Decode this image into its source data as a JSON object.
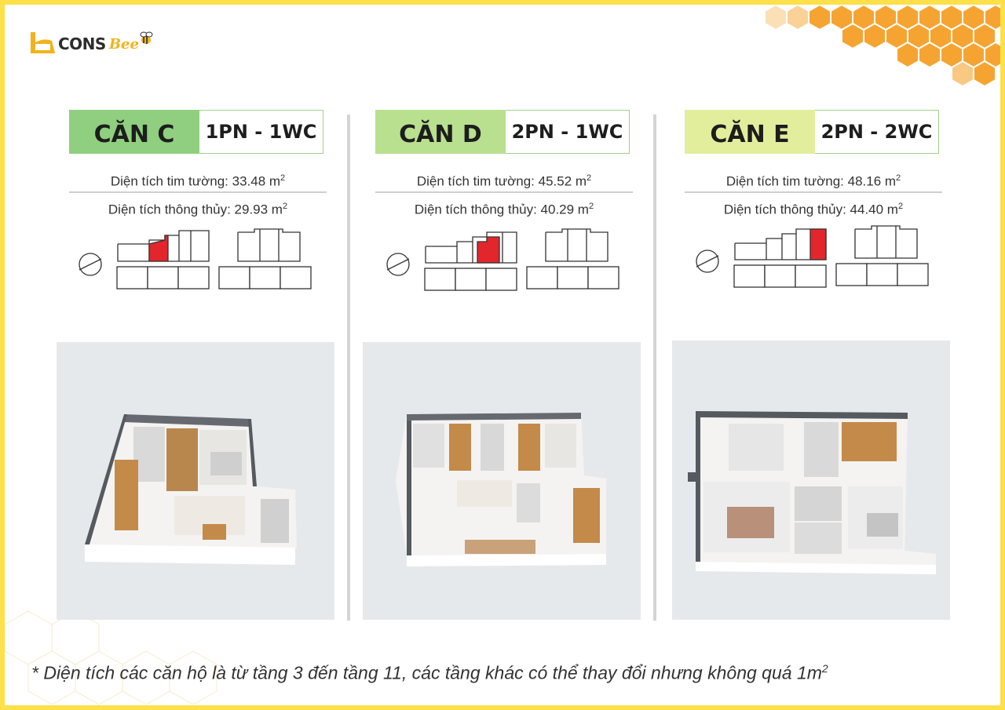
{
  "brand": {
    "name": "CONS",
    "suffix": "Bee"
  },
  "units": [
    {
      "name": "CĂN C",
      "type": "1PN - 1WC",
      "wall_area_label": "Diện tích tim tường: 33.48  m",
      "net_area_label": "Diện tích thông thủy: 29.93 m",
      "sup": "2"
    },
    {
      "name": "CĂN D",
      "type": "2PN - 1WC",
      "wall_area_label": "Diện tích tim tường: 45.52  m",
      "net_area_label": "Diện tích thông thủy: 40.29 m",
      "sup": "2"
    },
    {
      "name": "CĂN E",
      "type": "2PN - 2WC",
      "wall_area_label": "Diện tích tim tường: 48.16  m",
      "net_area_label": "Diện tích thông thủy: 44.40 m",
      "sup": "2"
    }
  ],
  "footnote": {
    "text": "* Diện tích các căn hộ là từ tầng 3 đến tầng 11, các tầng khác có thể thay đổi nhưng không quá 1m",
    "sup": "2"
  },
  "colors": {
    "frame": "#fde04a",
    "highlight": "#e3262c",
    "badge_c": "#8fcf7f",
    "badge_d": "#b9e08f",
    "badge_e": "#e3ee9d",
    "honey": "#f6a431"
  }
}
